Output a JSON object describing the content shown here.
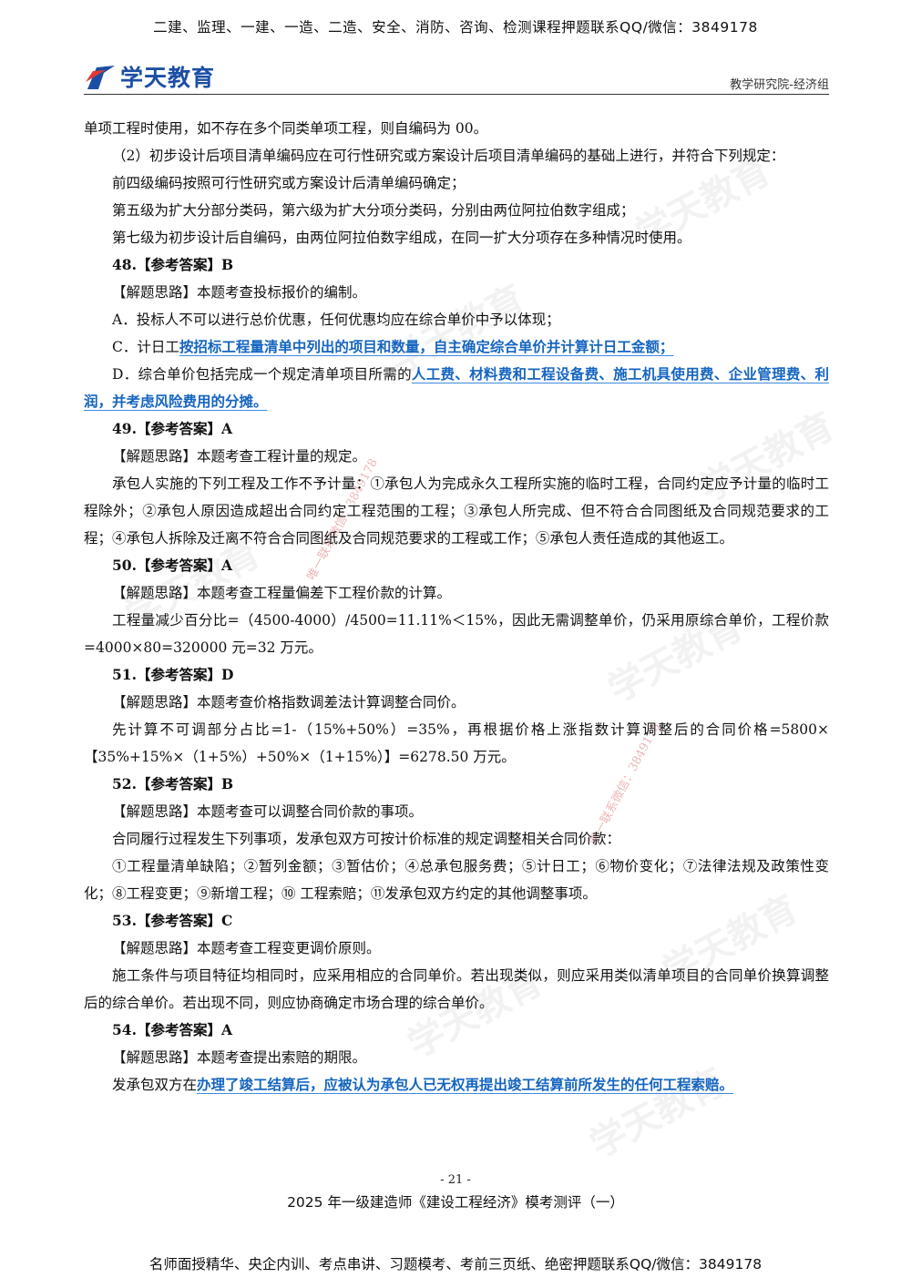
{
  "banner_top": "二建、监理、一建、一造、二造、安全、消防、咨询、检测课程押题联系QQ/微信：3849178",
  "header": {
    "logo_text": "学天教育",
    "right_text": "教学研究院-经济组"
  },
  "watermark_text": "学天教育",
  "stamp_text": "唯一联系微信：3849178",
  "paragraphs": [
    {
      "type": "noindent",
      "segments": [
        {
          "t": "单项工程时使用，如不存在多个同类单项工程，则自编码为 00。"
        }
      ]
    },
    {
      "type": "text",
      "segments": [
        {
          "t": "（2）初步设计后项目清单编码应在可行性研究或方案设计后项目清单编码的基础上进行，并符合下列规定："
        }
      ]
    },
    {
      "type": "text",
      "segments": [
        {
          "t": "前四级编码按照可行性研究或方案设计后清单编码确定；"
        }
      ]
    },
    {
      "type": "text",
      "segments": [
        {
          "t": "第五级为扩大分部分类码，第六级为扩大分项分类码，分别由两位阿拉伯数字组成；"
        }
      ]
    },
    {
      "type": "text",
      "segments": [
        {
          "t": "第七级为初步设计后自编码，由两位阿拉伯数字组成，在同一扩大分项存在多种情况时使用。"
        }
      ]
    },
    {
      "type": "answer",
      "segments": [
        {
          "t": "48.【参考答案】B"
        }
      ]
    },
    {
      "type": "text",
      "segments": [
        {
          "t": "【解题思路】本题考查投标报价的编制。"
        }
      ]
    },
    {
      "type": "text",
      "segments": [
        {
          "t": "A．投标人不可以进行总价优惠，任何优惠均应在综合单价中予以体现；"
        }
      ]
    },
    {
      "type": "text",
      "segments": [
        {
          "t": "C．计日工"
        },
        {
          "t": "按招标工程量清单中列出的项目和数量，自主确定综合单价并计算计日工金额；",
          "hl": true
        }
      ]
    },
    {
      "type": "text",
      "segments": [
        {
          "t": "D．综合单价包括完成一个规定清单项目所需的"
        },
        {
          "t": "人工费、材料费和工程设备费、施工机具使用费、企业管理费、利润，并考虑风险费用的分摊。",
          "hl": true
        }
      ]
    },
    {
      "type": "answer",
      "segments": [
        {
          "t": "49.【参考答案】A"
        }
      ]
    },
    {
      "type": "text",
      "segments": [
        {
          "t": "【解题思路】本题考查工程计量的规定。"
        }
      ]
    },
    {
      "type": "text",
      "segments": [
        {
          "t": "承包人实施的下列工程及工作不予计量：①承包人为完成永久工程所实施的临时工程，合同约定应予计量的临时工程除外；②承包人原因造成超出合同约定工程范围的工程；③承包人所完成、但不符合合同图纸及合同规范要求的工程；④承包人拆除及迁离不符合合同图纸及合同规范要求的工程或工作；⑤承包人责任造成的其他返工。"
        }
      ]
    },
    {
      "type": "answer",
      "segments": [
        {
          "t": "50.【参考答案】A"
        }
      ]
    },
    {
      "type": "text",
      "segments": [
        {
          "t": "【解题思路】本题考查工程量偏差下工程价款的计算。"
        }
      ]
    },
    {
      "type": "text",
      "segments": [
        {
          "t": "工程量减少百分比=（4500-4000）/4500=11.11%＜15%，因此无需调整单价，仍采用原综合单价，工程价款=4000×80=320000 元=32 万元。"
        }
      ]
    },
    {
      "type": "answer",
      "segments": [
        {
          "t": "51.【参考答案】D"
        }
      ]
    },
    {
      "type": "text",
      "segments": [
        {
          "t": "【解题思路】本题考查价格指数调差法计算调整合同价。"
        }
      ]
    },
    {
      "type": "text",
      "segments": [
        {
          "t": "先计算不可调部分占比=1-（15%+50%）=35%，再根据价格上涨指数计算调整后的合同价格=5800×【35%+15%×（1+5%）+50%×（1+15%）】=6278.50 万元。"
        }
      ]
    },
    {
      "type": "answer",
      "segments": [
        {
          "t": "52.【参考答案】B"
        }
      ]
    },
    {
      "type": "text",
      "segments": [
        {
          "t": "【解题思路】本题考查可以调整合同价款的事项。"
        }
      ]
    },
    {
      "type": "text",
      "segments": [
        {
          "t": "合同履行过程发生下列事项，发承包双方可按计价标准的规定调整相关合同价款："
        }
      ]
    },
    {
      "type": "text",
      "segments": [
        {
          "t": "①工程量清单缺陷；②暂列金额；③暂估价；④总承包服务费；⑤计日工；⑥物价变化；⑦法律法规及政策性变化；⑧工程变更；⑨新增工程；⑩ 工程索赔；⑪发承包双方约定的其他调整事项。"
        }
      ]
    },
    {
      "type": "answer",
      "segments": [
        {
          "t": "53.【参考答案】C"
        }
      ]
    },
    {
      "type": "text",
      "segments": [
        {
          "t": "【解题思路】本题考查工程变更调价原则。"
        }
      ]
    },
    {
      "type": "text",
      "segments": [
        {
          "t": "施工条件与项目特征均相同时，应采用相应的合同单价。若出现类似，则应采用类似清单项目的合同单价换算调整后的综合单价。若出现不同，则应协商确定市场合理的综合单价。"
        }
      ]
    },
    {
      "type": "answer",
      "segments": [
        {
          "t": "54.【参考答案】A"
        }
      ]
    },
    {
      "type": "text",
      "segments": [
        {
          "t": "【解题思路】本题考查提出索赔的期限。"
        }
      ]
    },
    {
      "type": "text",
      "segments": [
        {
          "t": "发承包双方在"
        },
        {
          "t": "办理了竣工结算后，应被认为承包人已无权再提出竣工结算前所发生的任何工程索赔。",
          "hl": true
        }
      ]
    }
  ],
  "page_number": "- 21 -",
  "footer_title": "2025 年一级建造师《建设工程经济》模考测评（一）",
  "banner_bottom": "名师面授精华、央企内训、考点串讲、习题模考、考前三页纸、绝密押题联系QQ/微信：3849178",
  "colors": {
    "highlight": "#1565c0",
    "logo": "#1b4fa3"
  }
}
